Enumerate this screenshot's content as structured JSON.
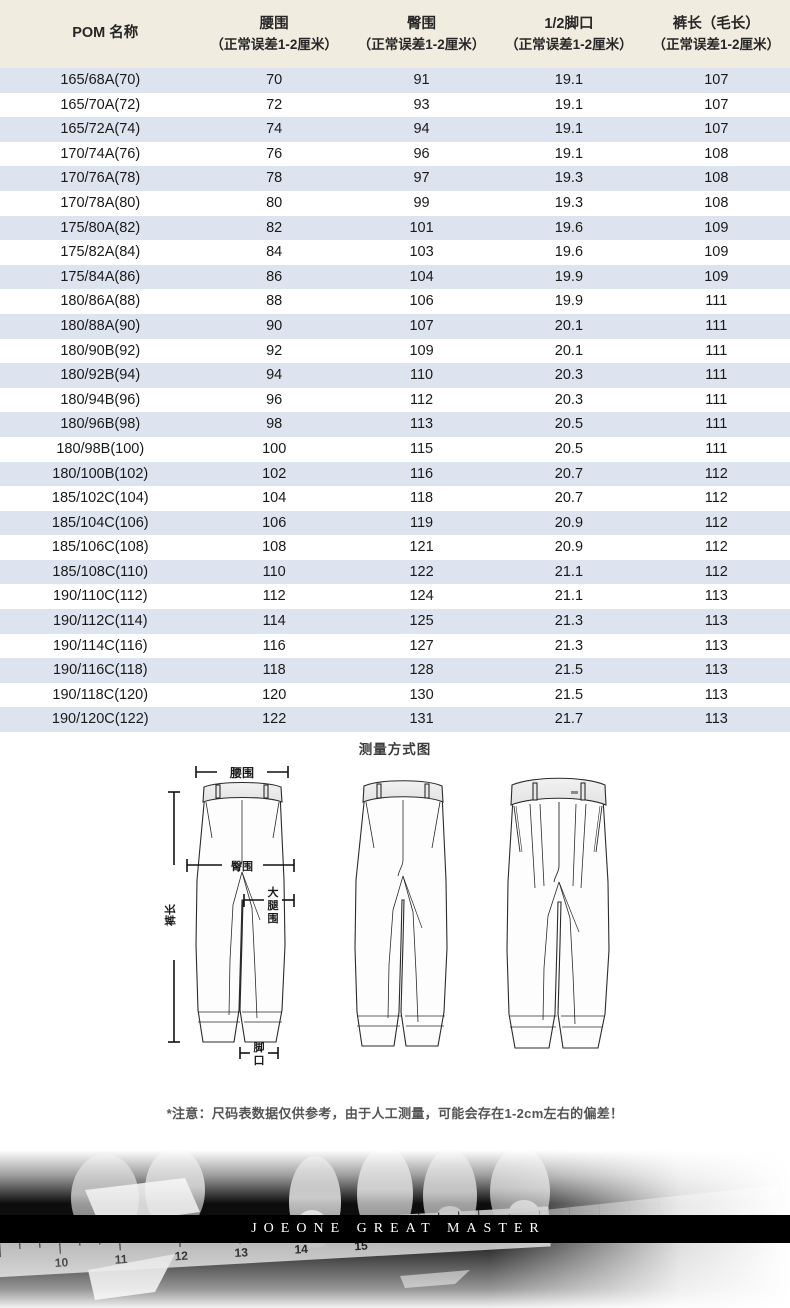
{
  "table": {
    "headers": [
      {
        "main": "POM 名称",
        "sub": ""
      },
      {
        "main": "腰围",
        "sub": "（正常误差1-2厘米）"
      },
      {
        "main": "臀围",
        "sub": "（正常误差1-2厘米）"
      },
      {
        "main": "1/2脚口",
        "sub": "（正常误差1-2厘米）"
      },
      {
        "main": "裤长（毛长）",
        "sub": "（正常误差1-2厘米）"
      }
    ],
    "rows": [
      [
        "165/68A(70)",
        "70",
        "91",
        "19.1",
        "107"
      ],
      [
        "165/70A(72)",
        "72",
        "93",
        "19.1",
        "107"
      ],
      [
        "165/72A(74)",
        "74",
        "94",
        "19.1",
        "107"
      ],
      [
        "170/74A(76)",
        "76",
        "96",
        "19.1",
        "108"
      ],
      [
        "170/76A(78)",
        "78",
        "97",
        "19.3",
        "108"
      ],
      [
        "170/78A(80)",
        "80",
        "99",
        "19.3",
        "108"
      ],
      [
        "175/80A(82)",
        "82",
        "101",
        "19.6",
        "109"
      ],
      [
        "175/82A(84)",
        "84",
        "103",
        "19.6",
        "109"
      ],
      [
        "175/84A(86)",
        "86",
        "104",
        "19.9",
        "109"
      ],
      [
        "180/86A(88)",
        "88",
        "106",
        "19.9",
        "111"
      ],
      [
        "180/88A(90)",
        "90",
        "107",
        "20.1",
        "111"
      ],
      [
        "180/90B(92)",
        "92",
        "109",
        "20.1",
        "111"
      ],
      [
        "180/92B(94)",
        "94",
        "110",
        "20.3",
        "111"
      ],
      [
        "180/94B(96)",
        "96",
        "112",
        "20.3",
        "111"
      ],
      [
        "180/96B(98)",
        "98",
        "113",
        "20.5",
        "111"
      ],
      [
        "180/98B(100)",
        "100",
        "115",
        "20.5",
        "111"
      ],
      [
        "180/100B(102)",
        "102",
        "116",
        "20.7",
        "112"
      ],
      [
        "185/102C(104)",
        "104",
        "118",
        "20.7",
        "112"
      ],
      [
        "185/104C(106)",
        "106",
        "119",
        "20.9",
        "112"
      ],
      [
        "185/106C(108)",
        "108",
        "121",
        "20.9",
        "112"
      ],
      [
        "185/108C(110)",
        "110",
        "122",
        "21.1",
        "112"
      ],
      [
        "190/110C(112)",
        "112",
        "124",
        "21.1",
        "113"
      ],
      [
        "190/112C(114)",
        "114",
        "125",
        "21.3",
        "113"
      ],
      [
        "190/114C(116)",
        "116",
        "127",
        "21.3",
        "113"
      ],
      [
        "190/116C(118)",
        "118",
        "128",
        "21.5",
        "113"
      ],
      [
        "190/118C(120)",
        "120",
        "130",
        "21.5",
        "113"
      ],
      [
        "190/120C(122)",
        "122",
        "131",
        "21.7",
        "113"
      ]
    ]
  },
  "diagram": {
    "title": "测量方式图",
    "labels": {
      "waist": "腰围",
      "hip": "臀围",
      "thigh": "大腿围",
      "length": "裤长",
      "hem": "脚口"
    },
    "note": "*注意：尺码表数据仅供参考，由于人工测量，可能会存在1-2cm左右的偏差！"
  },
  "banner": {
    "brand_text": "JOEONE GREAT MASTER"
  },
  "colors": {
    "header_bg": "#f1ece0",
    "row_odd_bg": "#dde4ef",
    "row_even_bg": "#ffffff",
    "text": "#1a1a1a",
    "banner_bar": "#000000"
  }
}
